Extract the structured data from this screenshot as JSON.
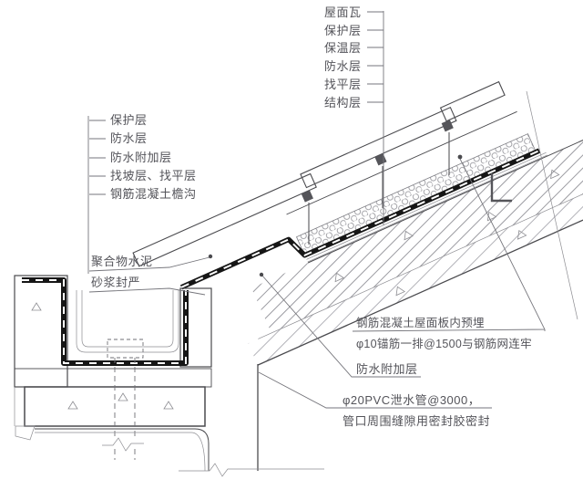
{
  "drawing": {
    "type": "architectural-roof-eave-gutter-detail",
    "top_labels": {
      "items": [
        "屋面瓦",
        "保护层",
        "保温层",
        "防水层",
        "找平层",
        "结构层"
      ]
    },
    "left_labels": {
      "items": [
        "保护层",
        "防水层",
        "防水附加层",
        "找坡层、找平层",
        "钢筋混凝土檐沟"
      ]
    },
    "mortar_note": {
      "line1": "聚合物水泥",
      "line2": "砂浆封严"
    },
    "embed_note": {
      "line1": "钢筋混凝土屋面板内预埋",
      "line2": "φ10锚筋一排@1500与钢筋网连牢"
    },
    "waterproof_note": "防水附加层",
    "drain_note": {
      "line1": "φ20PVC泄水管@3000，",
      "line2": "管口周围缝隙用密封胶密封"
    },
    "colors": {
      "line": "#4a4a4e",
      "membrane": "#161616",
      "hatch": "#9b9ba1",
      "text": "#54545a",
      "background": "#ffffff"
    }
  }
}
